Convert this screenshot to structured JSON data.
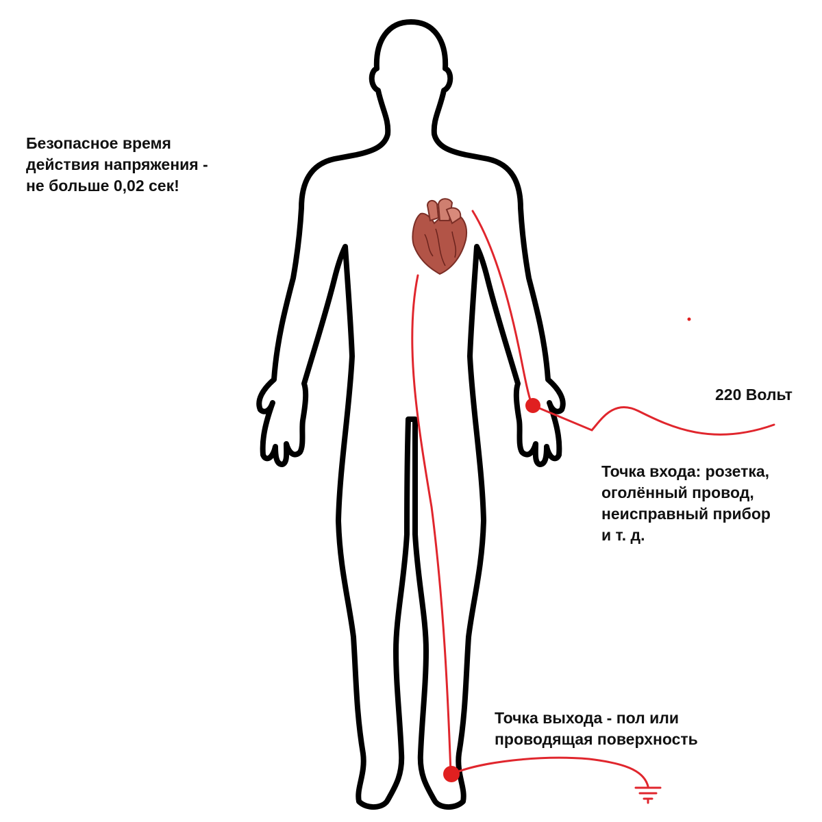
{
  "safety_note": {
    "lines": [
      "Безопасное время",
      "действия напряжения -",
      "не больше 0,02 сек!"
    ]
  },
  "voltage_label": "220 Вольт",
  "entry_point": {
    "lines": [
      "Точка входа: розетка,",
      "оголённый провод,",
      "неисправный прибор",
      "и т. д."
    ]
  },
  "exit_point": {
    "lines": [
      "Точка выхода - пол или",
      "проводящая поверхность"
    ]
  },
  "icons": [
    "heart-icon",
    "ground-symbol-icon"
  ],
  "colors": {
    "outline": "#000000",
    "current_path": "#e0262d",
    "contact_point": "#e02020",
    "heart": "#a8453c"
  }
}
